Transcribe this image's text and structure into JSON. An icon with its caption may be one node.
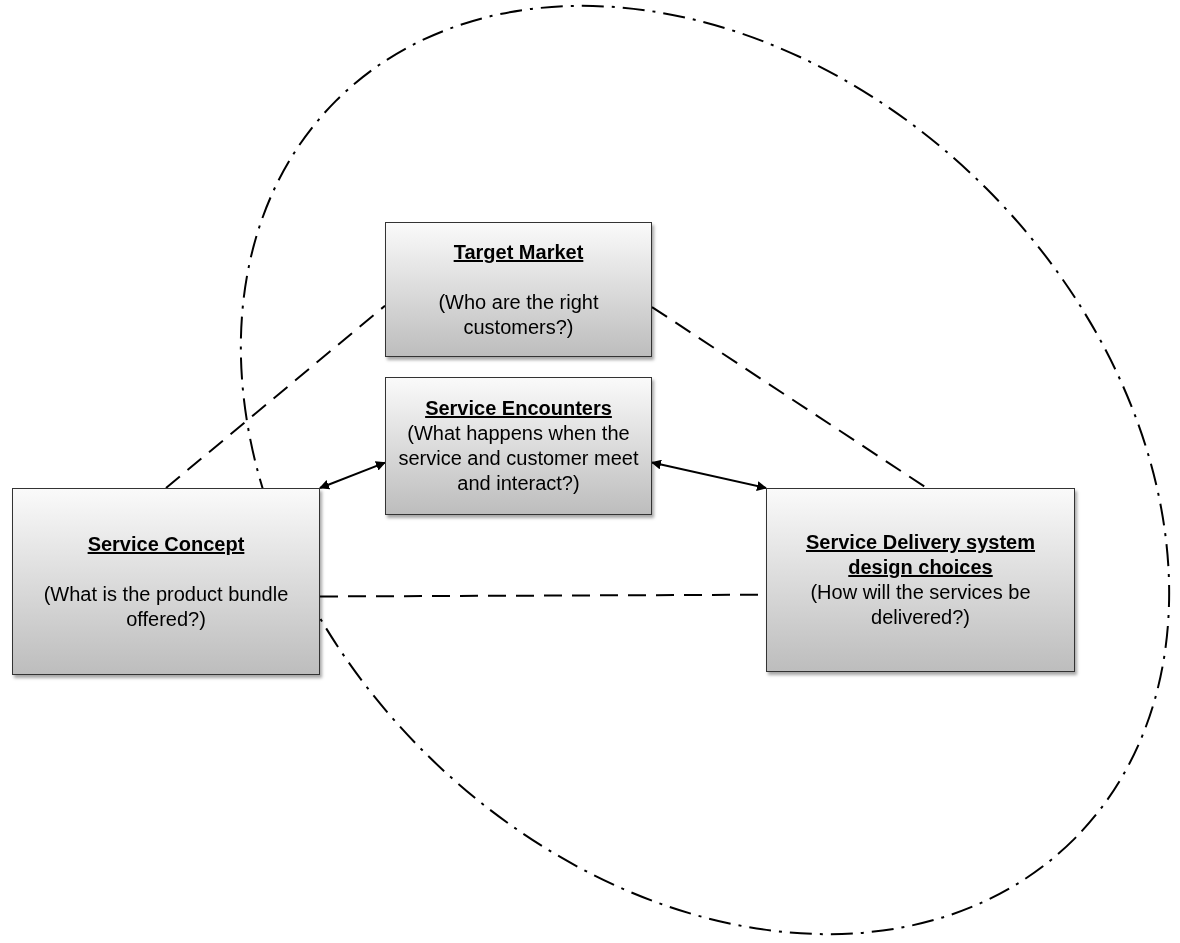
{
  "diagram": {
    "nodes": [
      {
        "text": [
          "Target Market",
          "(Who are the right customers?)"
        ]
      },
      {
        "text": [
          "Service Encounters",
          "(What happens when the service and customer meet and interact?)"
        ]
      },
      {
        "text": [
          "Service Concept",
          "(What is the product bundle offered?)"
        ]
      },
      {
        "text": [
          "Service Delivery system design choices",
          "(How will the services be delivered?)"
        ]
      }
    ],
    "edges": [
      {
        "from": 2,
        "to": 0,
        "arrow": "none",
        "style": "dashed"
      },
      {
        "from": 0,
        "to": 3,
        "arrow": "none",
        "style": "dashed"
      },
      {
        "from": 2,
        "to": 3,
        "arrow": "none",
        "style": "dashed"
      },
      {
        "from": 2,
        "to": 1,
        "arrow": "both"
      },
      {
        "from": 1,
        "to": 3,
        "arrow": "both"
      }
    ]
  }
}
